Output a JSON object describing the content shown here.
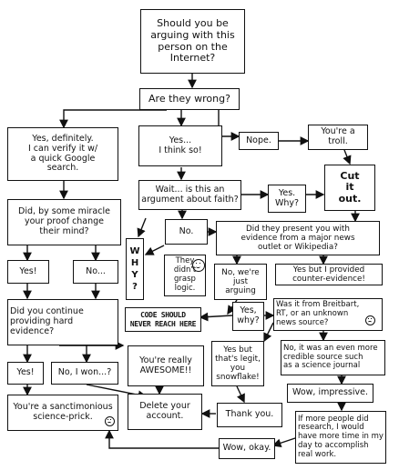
{
  "nodes": {
    "should_argue": "Should you be\narguing with this\nperson on the\nInternet?",
    "are_they_wrong": "Are they wrong?",
    "yes_definitely": "Yes, definitely.\nI can verify it w/\na quick Google\nsearch.",
    "yes_i_think_so": "Yes...\nI think so!",
    "nope": "Nope.",
    "youre_a_troll": "You're a\ntroll.",
    "cut_it_out": "Cut\nit\nout.",
    "argument_about_faith": "Wait... is this an\nargument about faith?",
    "yes_why_top": "Yes.\nWhy?",
    "did_proof_change": "Did, by some miracle\nyour proof change\ntheir mind?",
    "no_faith": "No.",
    "why_vertical": "W\nH\nY\n?",
    "they_didnt_grasp": "They\ndidn't\ngrasp\nlogic.",
    "did_they_present": "Did they present you with\nevidence from a major news\noutlet or Wikipedia?",
    "yes_left": "Yes!",
    "no_left": "No...",
    "no_were_just_arguing": "No, we're\njust arguing",
    "yes_but_counter": "Yes but I provided\ncounter-evidence!",
    "did_you_continue": "Did you continue\nproviding hard\nevidence?",
    "code_should": "CODE SHOULD\nNEVER REACH HERE",
    "yes_why_mid": "Yes,\nwhy?",
    "was_it_breitbart": "Was it from Breitbart,\nRT, or an unknown\nnews source?",
    "yes_left2": "Yes!",
    "no_i_won": "No, I won...?",
    "youre_really_awesome": "You're really\nAWESOME!!",
    "yes_but_legit": "Yes but\nthat's legit,\nyou\nsnowflake!",
    "no_more_credible": "No, it was an even more\ncredible source such\nas a science journal",
    "youre_a_sanctimonious": "You're a sanctimonious\nscience-prick.",
    "delete_account": "Delete your\naccount.",
    "thank_you": "Thank you.",
    "wow_impressive": "Wow, impressive.",
    "if_more_people": "If more people did\nresearch, I would\nhave more time in my\nday to accomplish\nreal work.",
    "wow_okay": "Wow, okay."
  }
}
